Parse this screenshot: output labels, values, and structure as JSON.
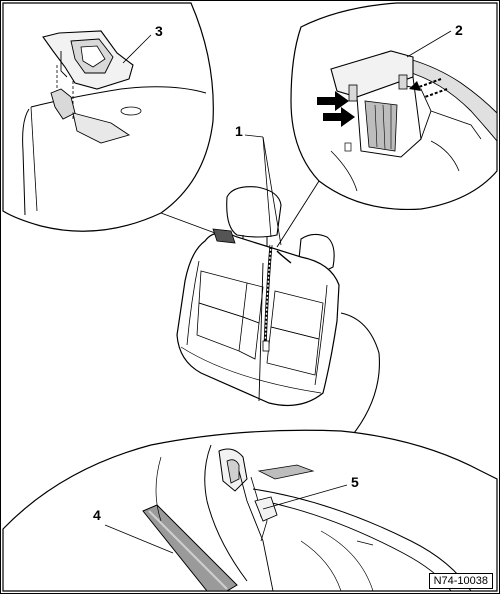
{
  "figure": {
    "reference_code": "N74-10038",
    "callouts": [
      {
        "id": "c1",
        "label": "1"
      },
      {
        "id": "c2",
        "label": "2"
      },
      {
        "id": "c3",
        "label": "3"
      },
      {
        "id": "c4",
        "label": "4"
      },
      {
        "id": "c5",
        "label": "5"
      }
    ]
  },
  "colors": {
    "line": "#000000",
    "fill_light": "#f2f2f2",
    "fill_mid": "#d9d9d9",
    "fill_dark": "#9a9a9a",
    "arrow": "#000000"
  }
}
